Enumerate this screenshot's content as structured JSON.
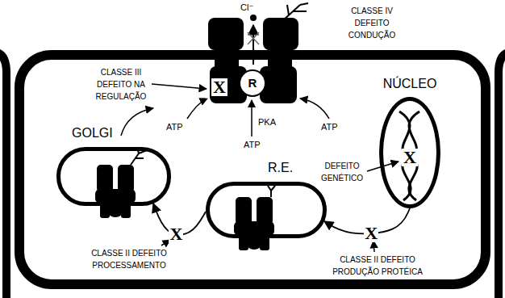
{
  "diagram": {
    "nodes": [
      {
        "text": [
          "R"
        ]
      },
      {
        "text": [
          "GOLGI"
        ]
      },
      {
        "text": [
          "R.E."
        ]
      },
      {
        "text": [
          "NÚCLEO"
        ]
      }
    ],
    "edges": [
      {
        "from": 2,
        "to": 1,
        "arrow": "to",
        "label": "X"
      },
      {
        "from": 3,
        "to": 2,
        "arrow": "to",
        "label": "X"
      }
    ],
    "labels": [
      "Cl⁻",
      "CLASSE IV DEFEITO CONDUÇÃO",
      "CLASSE III DEFEITO NA REGULAÇÃO",
      "X",
      "ATP",
      "PKA",
      "ATP",
      "ATP",
      "DEFEITO GENÉTICO",
      "X",
      "CLASSE II DEFEITO PROCESSAMENTO",
      "CLASSE II DEFEITO PRODUÇÃO PROTÉICA"
    ]
  }
}
